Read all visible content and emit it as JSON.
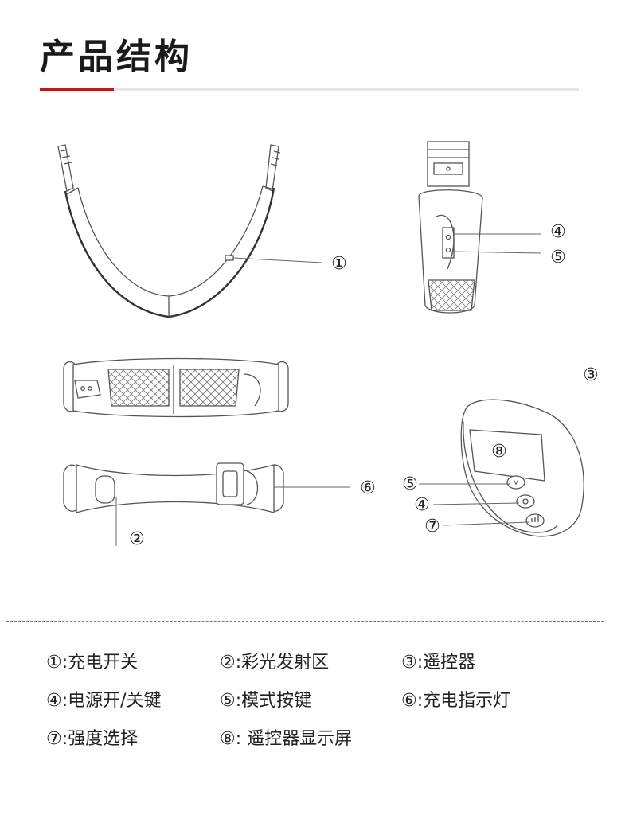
{
  "header": {
    "title": "产品结构"
  },
  "callouts": {
    "n1": "①",
    "n2": "②",
    "n3": "③",
    "n4": "④",
    "n5": "⑤",
    "n6": "⑥",
    "n7": "⑦",
    "n8": "⑧"
  },
  "legend": {
    "rows": [
      [
        "①:充电开关",
        "②:彩光发射区",
        "③:遥控器"
      ],
      [
        "④:电源开/关键",
        "⑤:模式按键",
        "⑥:充电指示灯"
      ],
      [
        "⑦:强度选择",
        "⑧: 遥控器显示屏"
      ]
    ]
  },
  "remote_buttons": {
    "mode": "M"
  },
  "colors": {
    "accent": "#b7191f",
    "line": "#555555",
    "rule": "#e6e6e6"
  }
}
